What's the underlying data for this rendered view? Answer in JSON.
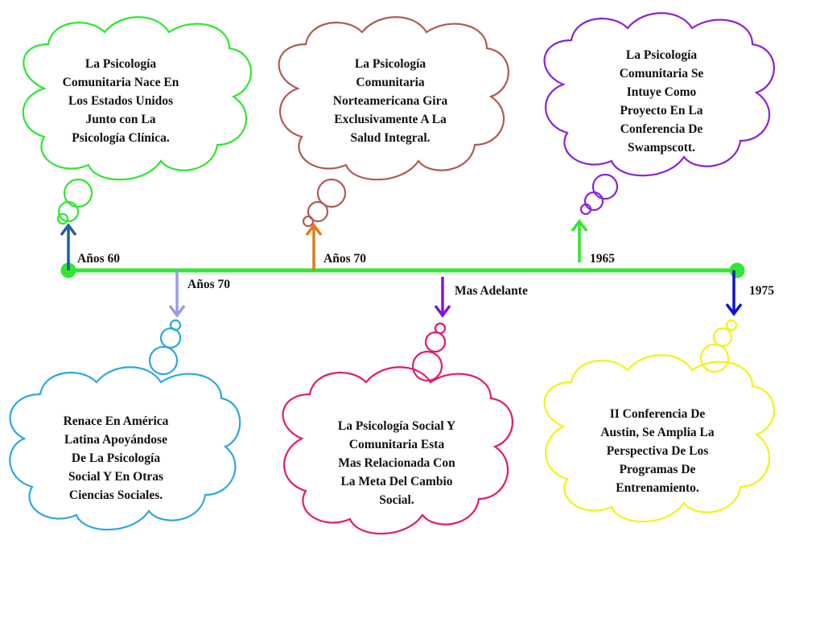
{
  "colors": {
    "timeline": "#33e633",
    "cloud_green": "#2fe62f",
    "cloud_brown": "#b05a52",
    "cloud_violet": "#8a22d8",
    "cloud_blue": "#2fa6e0",
    "cloud_pink": "#e01a72",
    "cloud_yellow": "#f2f21a",
    "arrow_navy": "#1f5fa0",
    "arrow_orange": "#e07a1e",
    "arrow_green": "#2fe62f",
    "arrow_lavender": "#9a9ae8",
    "arrow_purple": "#8a12d8",
    "arrow_blue": "#1010d0"
  },
  "top_events": [
    {
      "label": "Años 60",
      "text": "La Psicología\nComunitaria Nace En\nLos Estados Unidos\nJunto con La\nPsicología Clínica."
    },
    {
      "label": "Años 70",
      "text": "La Psicología\nComunitaria\nNorteamericana Gira\nExclusivamente A La\nSalud Integral."
    },
    {
      "label": "1965",
      "text": "La Psicología\nComunitaria Se\nIntuye Como\nProyecto En La\nConferencia De\nSwampscott."
    }
  ],
  "bottom_events": [
    {
      "label": "Años 70",
      "text": "Renace En América\nLatina Apoyándose\nDe La Psicología\nSocial  Y En Otras\nCiencias Sociales."
    },
    {
      "label": "Mas Adelante",
      "text": "La Psicología Social Y\nComunitaria Esta\nMas Relacionada Con\nLa Meta Del Cambio\nSocial."
    },
    {
      "label": "1975",
      "text": "II Conferencia De\nAustin, Se Amplia La\nPerspectiva De Los\nProgramas De\nEntrenamiento."
    }
  ]
}
